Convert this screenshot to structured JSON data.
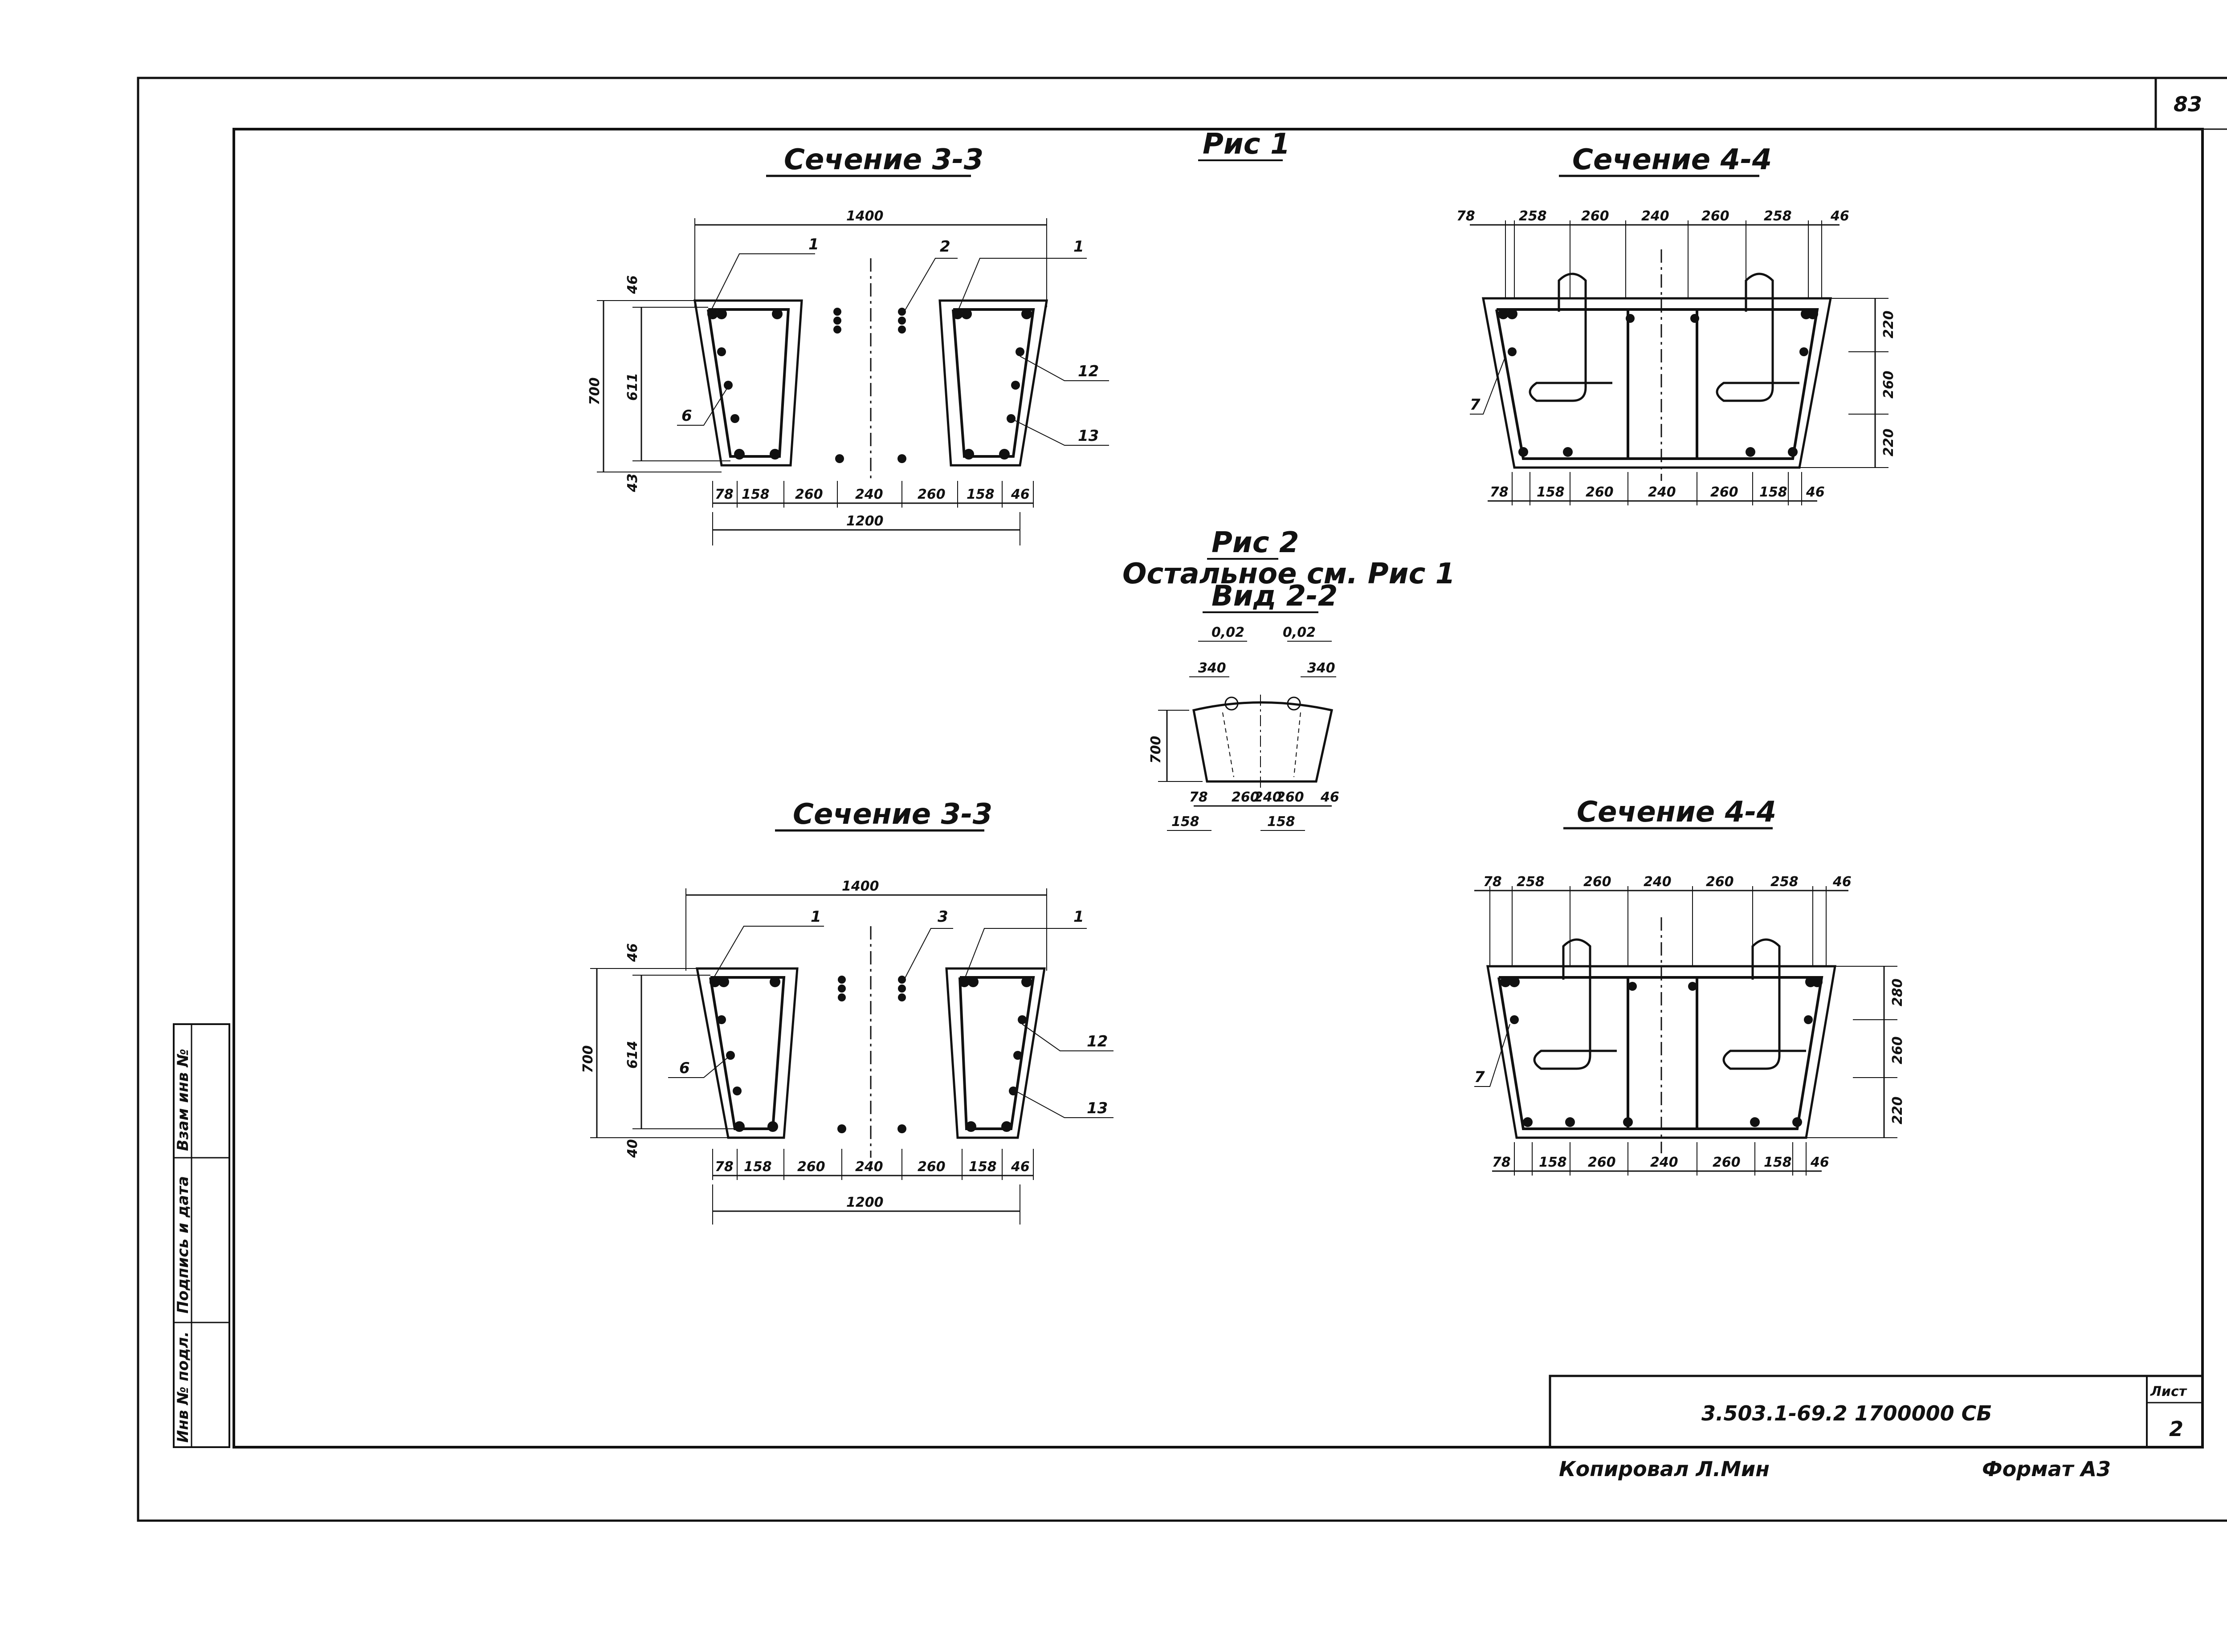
{
  "sheet": {
    "page_number": "83",
    "document_code": "3.503.1-69.2 1700000 СБ",
    "sheet_label": "Лист",
    "sheet_number": "2",
    "copied_by": "Копировал Л.Мин",
    "format": "Формат А3",
    "side_labels": [
      "Инв № подл.",
      "Подпись и дата",
      "Взам инв №"
    ]
  },
  "figures": {
    "fig1_label": "Рис 1",
    "fig2_label": "Рис 2",
    "fig2_note": "Остальное см. Рис 1",
    "view_label": "Вид 2-2"
  },
  "sections": {
    "s33_top": {
      "title": "Сечение 3-3",
      "dim_top": "1400",
      "dim_bottom": "1200",
      "dim_height": "700",
      "dim_inner": "611",
      "dim_top_offset": "46",
      "dim_bottom_offset": "43",
      "bottom_dims": [
        "78",
        "158",
        "260",
        "240",
        "260",
        "158",
        "46"
      ],
      "callouts": [
        "1",
        "2",
        "1",
        "12",
        "13",
        "6"
      ]
    },
    "s44_top": {
      "title": "Сечение 4-4",
      "top_dims": [
        "78",
        "258",
        "260",
        "240",
        "260",
        "258",
        "46"
      ],
      "bottom_dims": [
        "78",
        "158",
        "260",
        "240",
        "260",
        "158",
        "46"
      ],
      "right_dims": [
        "220",
        "260",
        "220"
      ],
      "callouts": [
        "7"
      ]
    },
    "view22": {
      "slope_left": "0,02",
      "slope_right": "0,02",
      "top_left": "340",
      "top_right": "340",
      "height": "700",
      "bottom_dims": [
        "78",
        "260",
        "240",
        "260",
        "46"
      ],
      "bottom_sub": [
        "158",
        "158"
      ]
    },
    "s33_bottom": {
      "title": "Сечение 3-3",
      "dim_top": "1400",
      "dim_bottom": "1200",
      "dim_height": "700",
      "dim_inner": "614",
      "dim_top_offset": "46",
      "dim_bottom_offset": "40",
      "bottom_dims": [
        "78",
        "158",
        "260",
        "240",
        "260",
        "158",
        "46"
      ],
      "callouts": [
        "1",
        "3",
        "1",
        "12",
        "13",
        "6"
      ]
    },
    "s44_bottom": {
      "title": "Сечение 4-4",
      "top_dims": [
        "78",
        "258",
        "260",
        "240",
        "260",
        "258",
        "46"
      ],
      "bottom_dims": [
        "78",
        "158",
        "260",
        "240",
        "260",
        "158",
        "46"
      ],
      "right_dims": [
        "280",
        "260",
        "220"
      ],
      "callouts": [
        "7"
      ]
    }
  }
}
